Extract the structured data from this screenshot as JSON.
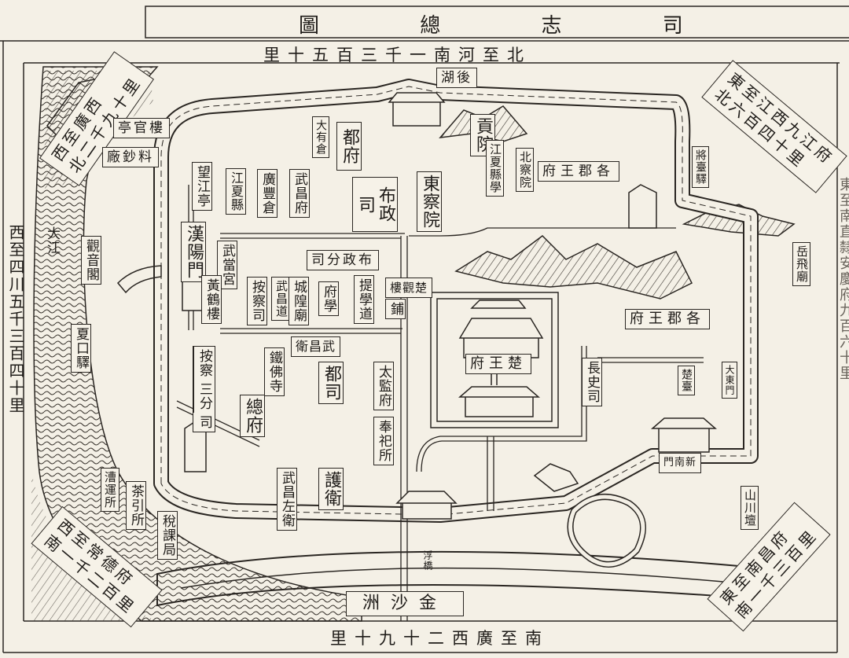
{
  "title": "圖 總 志 司",
  "north_distance": "里十五百三千一南河至北",
  "south_distance": "里十九十二西廣至南",
  "west_distance": "西至四川五千三百四十里",
  "east_distance": "東至南直隸安慶府九百六十里",
  "corners": {
    "northwest": [
      "西至廣西",
      "北二千九十里"
    ],
    "northeast": [
      "東至江西九江府",
      "北六百四十里"
    ],
    "southwest": [
      "西至常德府",
      "南一千二百里"
    ],
    "southeast": [
      "東至南昌府",
      "南一千三百里"
    ]
  },
  "labels": {
    "houhu": "湖後",
    "louguanting": "亭官樓",
    "liaochaochang": "廠鈔料",
    "dayoucang": "大有倉",
    "dufu": "都府",
    "gongyuan": "貢院",
    "jiangxia_xuexue": "江夏縣學",
    "bei_chayuan": "北察院",
    "junwangfu_north": "府王郡各",
    "wangjiangting": "望江亭",
    "jiangxiaxian": "江夏縣",
    "guangfengcang": "廣豐倉",
    "wuchangfu": "武昌府",
    "buzhengsi": "布政司",
    "dong_chayuan": "東察院",
    "jiangtaiyi": "將臺驛",
    "dajiang": "大江",
    "guanyinge": "觀音閣",
    "hanyangmen": "漢陽門",
    "wudanggong": "武當宮",
    "huanghelou": "黃鶴樓",
    "buzheng_fensi": "司分政布",
    "anchasi": "按察司",
    "wuchangdao": "武昌道",
    "chenghuangmiao": "城隍廟",
    "fuxue": "府學",
    "tixuedao": "提學道",
    "chuguanlou": "樓觀楚",
    "pu": "鋪",
    "chuwangfu": "府王楚",
    "junwangfu_east": "府王郡各",
    "yuefeimiao": "岳飛廟",
    "xiakouyi": "夏口驛",
    "ancha_sanfensi": [
      "按察",
      "三分",
      "司"
    ],
    "tiefosi": "鐵佛寺",
    "wuchangwei": "衛昌武",
    "dusi": "都司",
    "taijianfu": "太監府",
    "changshisi": "長史司",
    "zongfu": "總府",
    "fengsisuo": "奉祀所",
    "wuchang_zuowei": "武昌左衛",
    "huwei": "護衛",
    "daminmen": "大東門",
    "chutai": "楚臺",
    "xinnanmen": "門南新",
    "shanchuantan": "山川壇",
    "caoyunsuo": "漕運所",
    "chayinsuo": "茶引所",
    "shuikeju": "稅課局",
    "bridge": "浮橋",
    "jinshazhou": "洲沙金"
  },
  "colors": {
    "paper": "#f4f0e6",
    "ink": "#1e1b18"
  }
}
